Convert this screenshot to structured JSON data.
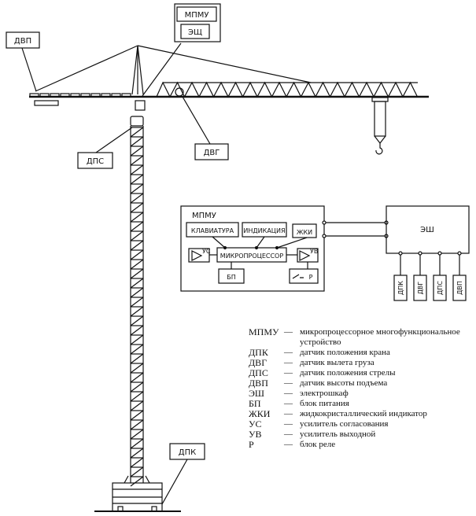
{
  "crane_labels": {
    "dvp": "ДВП",
    "mpmu": "МПМУ",
    "esch": "ЭЩ",
    "dps": "ДПС",
    "dvg": "ДВГ",
    "dpk": "ДПК"
  },
  "block_diagram": {
    "title": "МПМУ",
    "keyboard": "КЛАВИАТУРА",
    "indication": "ИНДИКАЦИЯ",
    "lcd": "ЖКИ",
    "us": "УС",
    "cpu": "МИКРОПРОЦЕССОР",
    "uv": "УВ",
    "psu": "БП",
    "relay": "Р",
    "cabinet": "ЭШ",
    "sensors": [
      "ДПК",
      "ДВГ",
      "ДПС",
      "ДВП"
    ]
  },
  "legend": [
    {
      "abbr": "МПМУ",
      "dash": "—",
      "desc": "микропроцессорное многофункциональное устройство"
    },
    {
      "abbr": "ДПК",
      "dash": "—",
      "desc": "датчик положения крана"
    },
    {
      "abbr": "ДВГ",
      "dash": "—",
      "desc": "датчик вылета груза"
    },
    {
      "abbr": "ДПС",
      "dash": "—",
      "desc": "датчик положения стрелы"
    },
    {
      "abbr": "ДВП",
      "dash": "—",
      "desc": "датчик высоты подъема"
    },
    {
      "abbr": "ЭШ",
      "dash": "—",
      "desc": "электрошкаф"
    },
    {
      "abbr": "БП",
      "dash": "—",
      "desc": "блок питания"
    },
    {
      "abbr": "ЖКИ",
      "dash": "—",
      "desc": "жидкокристаллический индикатор"
    },
    {
      "abbr": "УС",
      "dash": "—",
      "desc": "усилитель согласования"
    },
    {
      "abbr": "УВ",
      "dash": "—",
      "desc": "усилитель выходной"
    },
    {
      "abbr": "Р",
      "dash": "—",
      "desc": "блок реле"
    }
  ]
}
